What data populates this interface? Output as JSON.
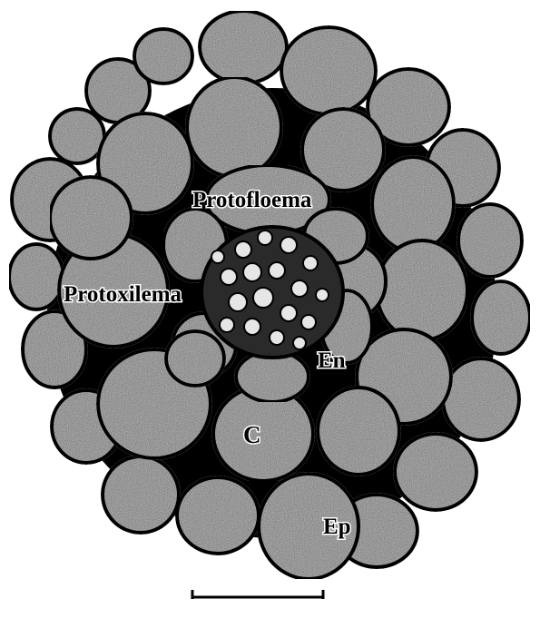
{
  "diagram": {
    "labels": {
      "protofloema": "Protofloema",
      "protoxilema": "Protoxilema",
      "endodermis": "En",
      "cortex": "C",
      "epidermis": "Ep"
    },
    "colors": {
      "background": "#ffffff",
      "cell_fill": "#cfcfcf",
      "cell_outline": "#000000",
      "stele_fill": "#2a2a2a",
      "xylem_cell_fill": "#e6e6e6"
    }
  }
}
